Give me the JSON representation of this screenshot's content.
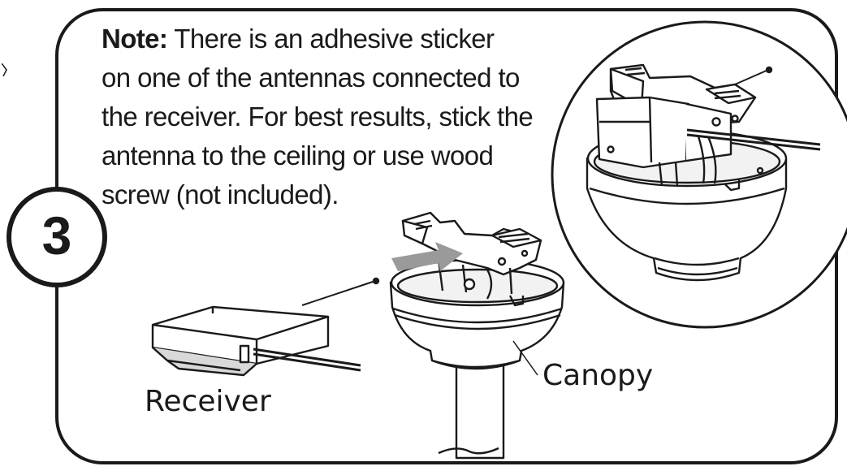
{
  "step": {
    "number": "3"
  },
  "note": {
    "heading": "Note:",
    "line1_rest": " There is an adhesive sticker",
    "line2": "on one of the antennas connected to",
    "line3": "the receiver. For best results, stick the",
    "line4": "antenna to the ceiling or use wood",
    "line5": "screw (not included)."
  },
  "labels": {
    "receiver": "Receiver",
    "canopy": "Canopy"
  },
  "icons": {
    "receiver": "receiver-illustration",
    "canopy": "canopy-illustration",
    "detail": "installed-receiver-detail",
    "arrow": "insert-arrow"
  },
  "colors": {
    "ink": "#1a1a1a",
    "arrow_fill": "#9a9a9a",
    "shade": "#d9d9d9"
  }
}
